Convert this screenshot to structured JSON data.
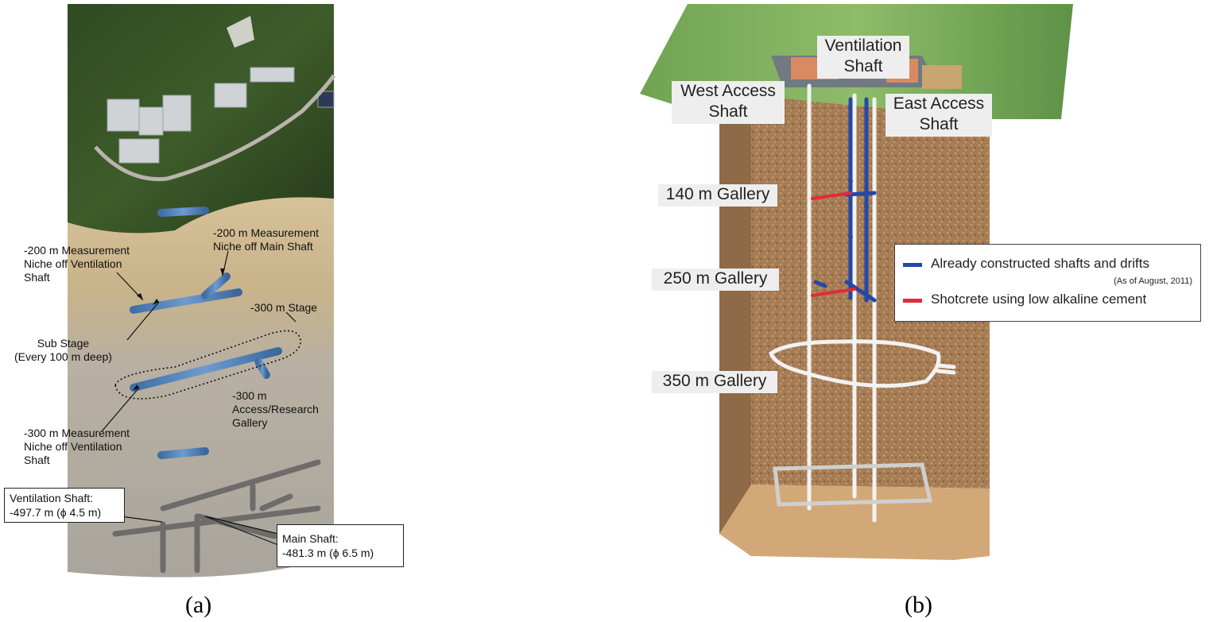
{
  "panel_a": {
    "labels": {
      "niche_vent_200": "-200 m Measurement\nNiche off Ventilation\nShaft",
      "niche_main_200": "-200 m Measurement\nNiche off Main Shaft",
      "stage_300": "-300 m Stage",
      "sub_stage": "Sub Stage\n(Every 100 m deep)",
      "access_gallery_300": "-300 m\nAccess/Research\nGallery",
      "niche_vent_300": "-300 m Measurement\nNiche off Ventilation\nShaft"
    },
    "boxes": {
      "vent_title": "Ventilation Shaft:",
      "vent_value": "-497.7 m (ϕ 4.5 m)",
      "main_title": "Main Shaft:",
      "main_value": "-481.3 m (ϕ 6.5 m)"
    },
    "caption": "(a)"
  },
  "panel_b": {
    "labels": {
      "ventilation_shaft": "Ventilation\nShaft",
      "west_access_shaft": "West Access\nShaft",
      "east_access_shaft": "East Access\nShaft",
      "gallery_140": "140 m Gallery",
      "gallery_250": "250 m Gallery",
      "gallery_350": "350 m Gallery"
    },
    "legend": {
      "constructed": "Already constructed shafts and drifts",
      "as_of": "(As of August, 2011)",
      "shotcrete": "Shotcrete using low alkaline cement",
      "constructed_color": "#2448a8",
      "shotcrete_color": "#e02a3a"
    },
    "caption": "(b)"
  }
}
